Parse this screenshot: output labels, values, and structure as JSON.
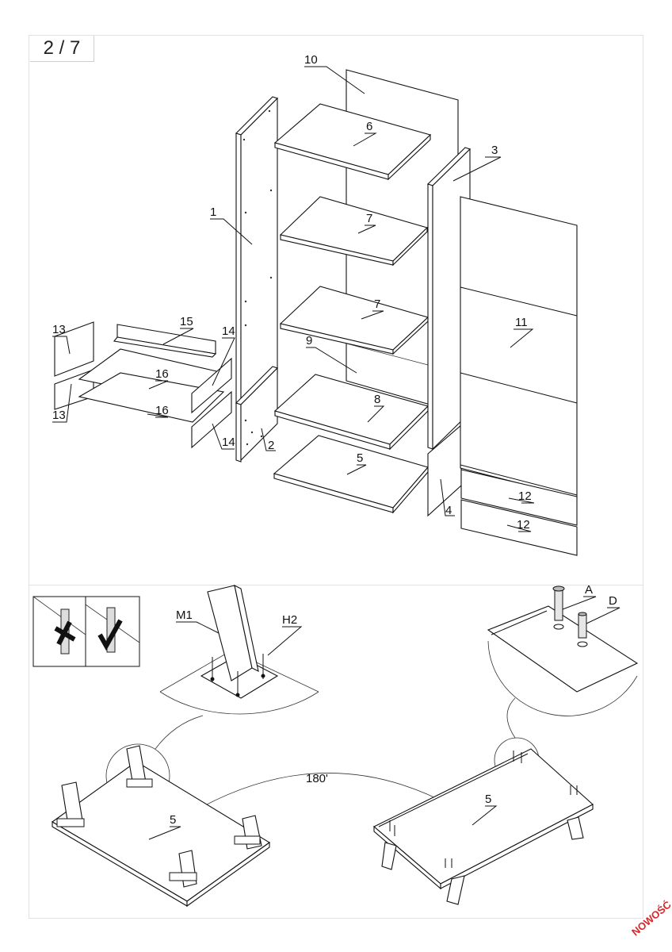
{
  "page": {
    "step": "2 / 7"
  },
  "exploded_view": {
    "labels": {
      "p1": "1",
      "p2": "2",
      "p3": "3",
      "p4": "4",
      "p5": "5",
      "p6": "6",
      "p7a": "7",
      "p7b": "7",
      "p8": "8",
      "p9": "9",
      "p10": "10",
      "p11": "11",
      "p12a": "12",
      "p12b": "12",
      "p13a": "13",
      "p13b": "13",
      "p14a": "14",
      "p14b": "14",
      "p15": "15",
      "p16a": "16",
      "p16b": "16"
    }
  },
  "detail_views": {
    "leg_detail": {
      "m1": "M1",
      "h2": "H2"
    },
    "connector_detail": {
      "a": "A",
      "d": "D"
    },
    "base_left": {
      "part": "5"
    },
    "base_right": {
      "part": "5"
    },
    "rotation": "180'"
  },
  "watermark": "NOWOŚĆ",
  "colors": {
    "line": "#111111",
    "frame": "#e2e2e2",
    "watermark": "#d6282b"
  }
}
